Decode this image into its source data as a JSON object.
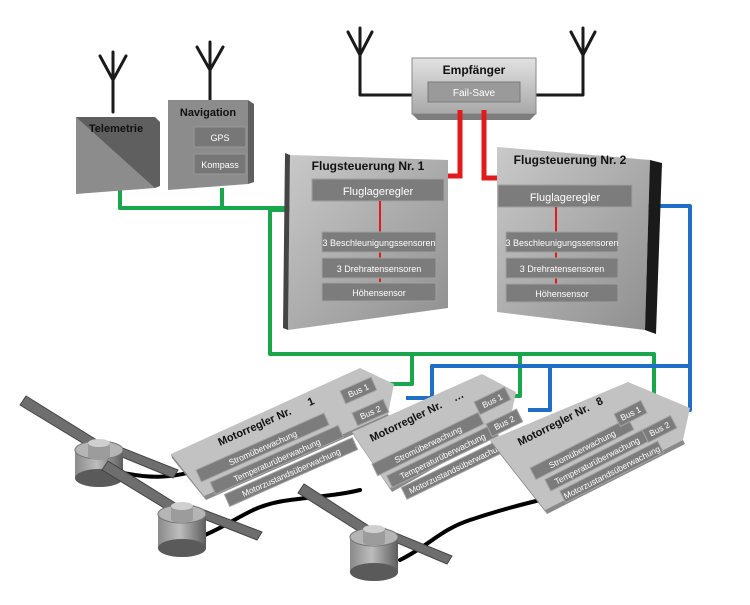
{
  "receiver": {
    "title": "Empfänger",
    "failsafe": "Fail-Save"
  },
  "telemetry": {
    "title": "Telemetrie"
  },
  "navigation": {
    "title": "Navigation",
    "items": [
      "GPS",
      "Kompass"
    ]
  },
  "flight_controllers": [
    {
      "title": "Flugsteuerung Nr. 1",
      "regulator": "Fluglageregler",
      "sensors": [
        "3 Beschleunigungssensoren",
        "3 Drehratensensoren",
        "Höhensensor"
      ]
    },
    {
      "title": "Flugsteuerung Nr. 2",
      "regulator": "Fluglageregler",
      "sensors": [
        "3 Beschleunigungssensoren",
        "3 Drehratensensoren",
        "Höhensensor"
      ]
    }
  ],
  "motor_controllers": [
    {
      "title": "Motorregler Nr.",
      "number": "1",
      "bus1": "Bus 1",
      "bus2": "Bus 2",
      "monitors": [
        "Stromüberwachung",
        "Temperaturüberwachung",
        "Motorzustandsüberwachung"
      ]
    },
    {
      "title": "Motorregler Nr.",
      "number": "…",
      "bus1": "Bus 1",
      "bus2": "Bus 2",
      "monitors": [
        "Stromüberwachung",
        "Temperaturüberwachung",
        "Motorzustandsüberwachung"
      ]
    },
    {
      "title": "Motorregler Nr.",
      "number": "8",
      "bus1": "Bus 1",
      "bus2": "Bus 2",
      "monitors": [
        "Stromüberwachung",
        "Temperaturüberwachung",
        "Motorzustandsüberwachung"
      ]
    }
  ],
  "colors": {
    "bus1": "#1aa64a",
    "bus2": "#1f6fc6",
    "failsafe_link": "#e11b1b",
    "motor_cable": "#000000",
    "panel": "#b3b3b3",
    "panel_dark": "#6f6f6f"
  },
  "icons": [
    "antenna-icon",
    "propeller-icon",
    "motor-icon"
  ]
}
